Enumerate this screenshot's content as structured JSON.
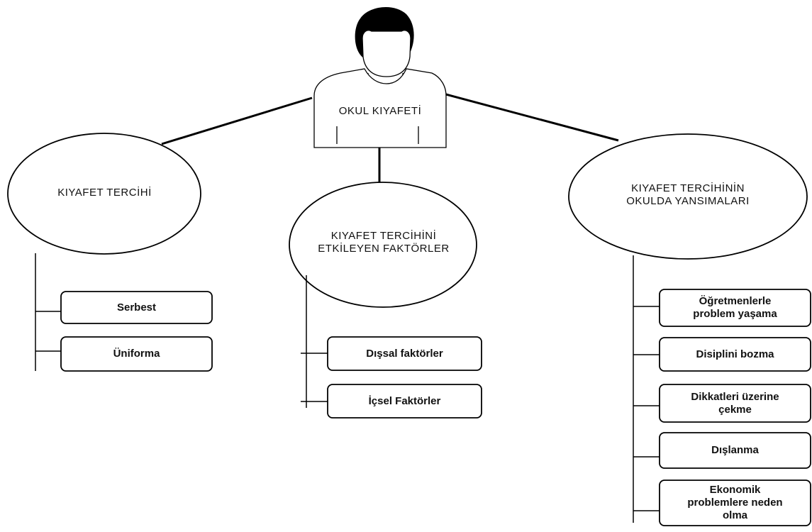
{
  "root": {
    "label": "OKUL KIYAFETİ"
  },
  "categories": [
    {
      "label": "KIYAFET TERCİHİ",
      "items": [
        "Serbest",
        "Üniforma"
      ]
    },
    {
      "label": "KIYAFET TERCİHİNİ\nETKİLEYEN FAKTÖRLER",
      "items": [
        "Dışsal faktörler",
        "İçsel Faktörler"
      ]
    },
    {
      "label": "KIYAFET TERCİHİNİN\nOKULDA YANSIMALARI",
      "items": [
        "Öğretmenlerle\nproblem yaşama",
        "Disiplini bozma",
        "Dikkatleri üzerine\nçekme",
        "Dışlanma",
        "Ekonomik\nproblemlere neden\nolma"
      ]
    }
  ],
  "colors": {
    "stroke": "#000000",
    "fill": "#ffffff",
    "text": "#111111"
  },
  "icons": [
    "person-silhouette-icon"
  ]
}
